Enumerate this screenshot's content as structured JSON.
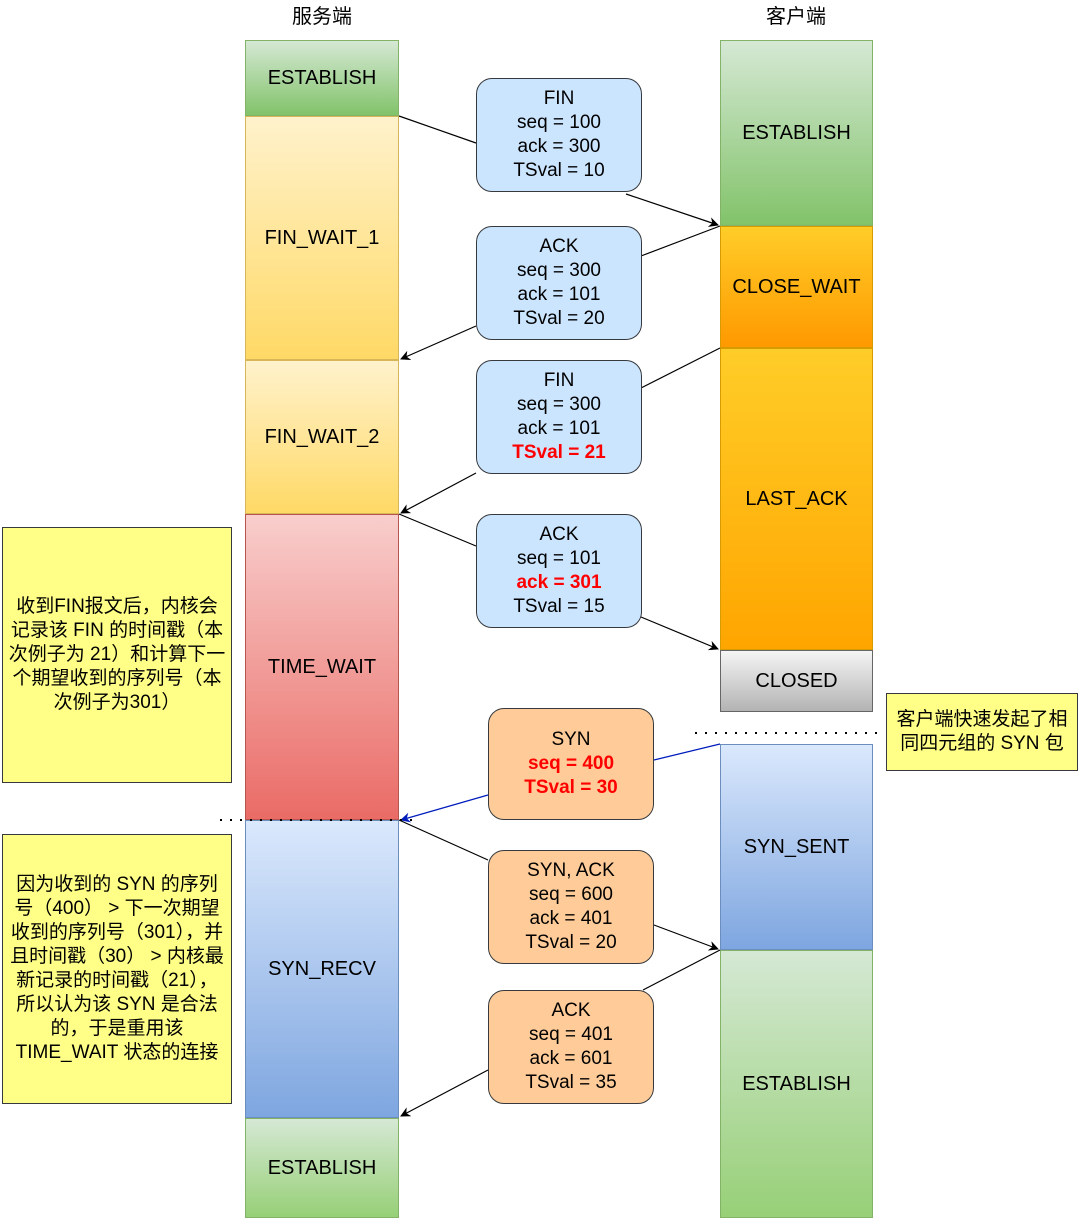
{
  "columns": {
    "server": "服务端",
    "client": "客户端"
  },
  "server_states": [
    {
      "label": "ESTABLISH"
    },
    {
      "label": "FIN_WAIT_1"
    },
    {
      "label": "FIN_WAIT_2"
    },
    {
      "label": "TIME_WAIT"
    },
    {
      "label": "SYN_RECV"
    },
    {
      "label": "ESTABLISH"
    }
  ],
  "client_states": [
    {
      "label": "ESTABLISH"
    },
    {
      "label": "CLOSE_WAIT"
    },
    {
      "label": "LAST_ACK"
    },
    {
      "label": "CLOSED"
    },
    {
      "label": "SYN_SENT"
    },
    {
      "label": "ESTABLISH"
    }
  ],
  "messages": [
    {
      "lines": [
        "FIN",
        "seq = 100",
        "ack = 300",
        "TSval = 10"
      ]
    },
    {
      "lines": [
        "ACK",
        "seq = 300",
        "ack = 101",
        "TSval = 20"
      ]
    },
    {
      "lines": [
        "FIN",
        "seq = 300",
        "ack = 101",
        "TSval = 21"
      ]
    },
    {
      "lines": [
        "ACK",
        "seq = 101",
        "ack = 301",
        "TSval = 15"
      ]
    },
    {
      "lines": [
        "SYN",
        "seq = 400",
        "TSval = 30"
      ]
    },
    {
      "lines": [
        "SYN, ACK",
        "seq = 600",
        "ack = 401",
        "TSval = 20"
      ]
    },
    {
      "lines": [
        "ACK",
        "seq = 401",
        "ack = 601",
        "TSval = 35"
      ]
    }
  ],
  "notes": {
    "time_wait_note": "收到FIN报文后，内核会记录该 FIN 的时间戳（本次例子为 21）和计算下一个期望收到的序列号（本次例子为301）",
    "client_syn_note": "客户端快速发起了相同四元组的 SYN 包",
    "syn_recv_note": "因为收到的 SYN 的序列号（400） > 下一次期望收到的序列号（301），并且时间戳（30） > 内核最新记录的时间戳（21），所以认为该 SYN 是合法的，于是重用该 TIME_WAIT 状态的连接"
  }
}
